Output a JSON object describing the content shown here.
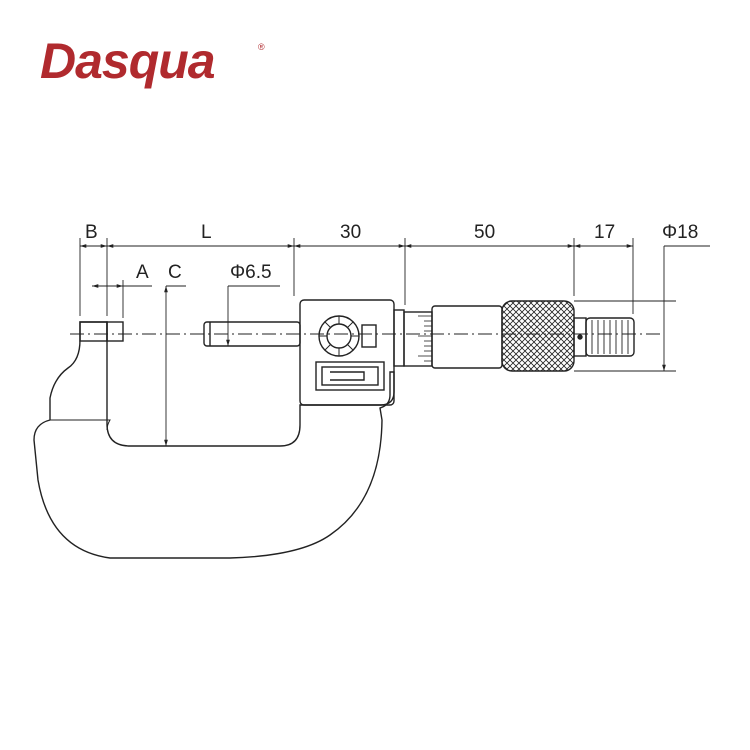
{
  "brand": {
    "name": "Dasqua",
    "mark": "®",
    "color": "#b02a2e"
  },
  "dimensions": {
    "B": "B",
    "L": "L",
    "A": "A",
    "C": "C",
    "spindle_dia": "Φ6.5",
    "d30": "30",
    "d50": "50",
    "d17": "17",
    "thimble_dia": "Φ18"
  },
  "colors": {
    "line": "#222222"
  }
}
